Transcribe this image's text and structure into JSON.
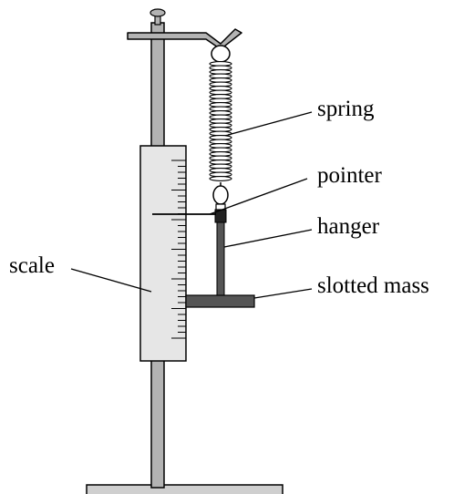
{
  "labels": {
    "spring": "spring",
    "pointer": "pointer",
    "hanger": "hanger",
    "slotted_mass": "slotted mass",
    "scale": "scale"
  },
  "colors": {
    "metal": "#b3b3b3",
    "scale_face": "#e6e6e6",
    "dark_part": "#555555",
    "outline": "#000000"
  }
}
